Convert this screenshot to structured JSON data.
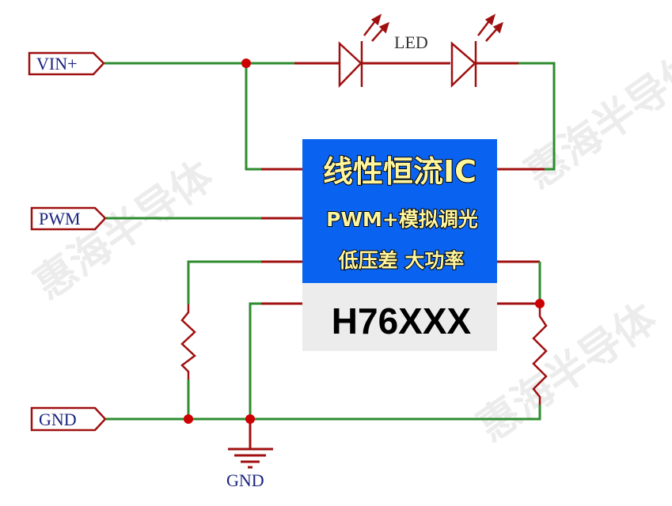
{
  "ports": {
    "vin": "VIN+",
    "pwm": "PWM",
    "gnd": "GND"
  },
  "led_label": "LED",
  "ground_label": "GND",
  "ic": {
    "line1": "线性恒流IC",
    "line2": "PWM+模拟调光",
    "line3": "低压差 大功率",
    "part_number": "H76XXX"
  },
  "watermark": "惠海半导体",
  "colors": {
    "wire": "#2e8b2e",
    "component": "#a01010",
    "ic_blue": "#0a63f0",
    "ic_gray": "#ececec",
    "port_text": "#1a237e"
  }
}
